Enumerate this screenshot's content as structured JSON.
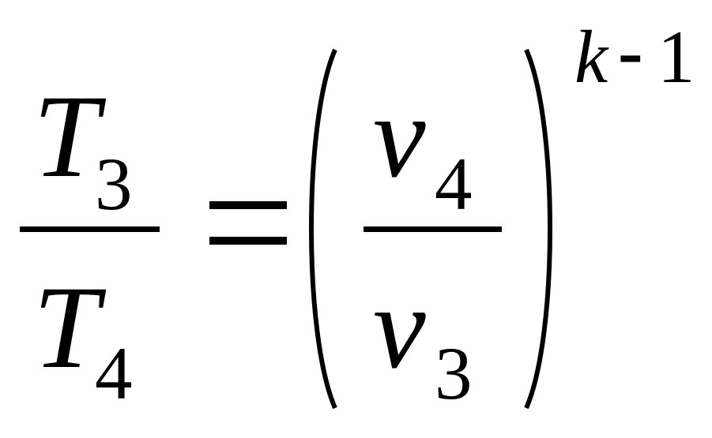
{
  "equation": {
    "left_fraction": {
      "numerator": {
        "base": "T",
        "subscript": "3"
      },
      "denominator": {
        "base": "T",
        "subscript": "4"
      }
    },
    "relation": "=",
    "right_fraction": {
      "numerator": {
        "base": "v",
        "subscript": "4"
      },
      "denominator": {
        "base": "v",
        "subscript": "3"
      }
    },
    "exponent": {
      "variable": "k",
      "operator": "-",
      "constant": "1"
    }
  }
}
